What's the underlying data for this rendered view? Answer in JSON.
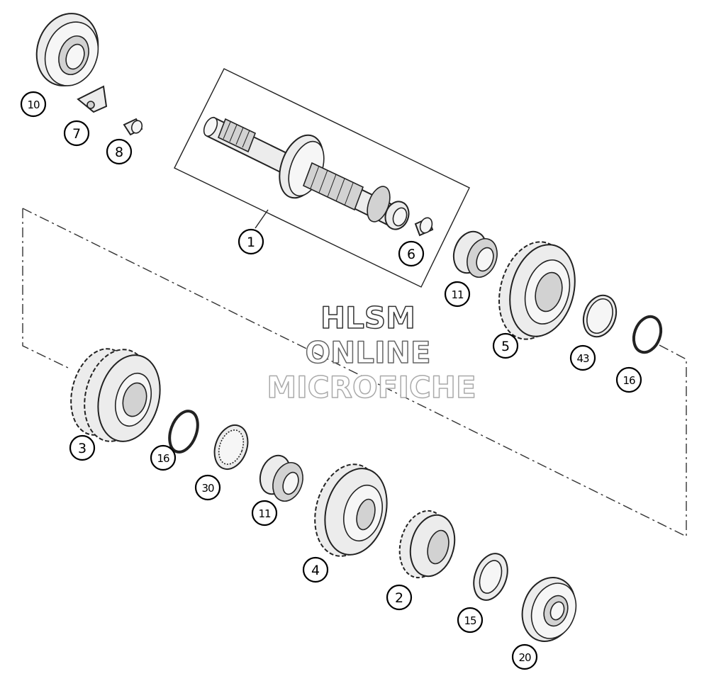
{
  "watermark": {
    "line1": "HLSM",
    "line2": "ONLINE",
    "line3": "MICROFICHE"
  },
  "callouts": [
    {
      "id": "c10a",
      "label": "10"
    },
    {
      "id": "c7",
      "label": "7"
    },
    {
      "id": "c8",
      "label": "8"
    },
    {
      "id": "c1",
      "label": "1"
    },
    {
      "id": "c6",
      "label": "6"
    },
    {
      "id": "c11a",
      "label": "11"
    },
    {
      "id": "c5",
      "label": "5"
    },
    {
      "id": "c43",
      "label": "43"
    },
    {
      "id": "c16a",
      "label": "16"
    },
    {
      "id": "c3",
      "label": "3"
    },
    {
      "id": "c16b",
      "label": "16"
    },
    {
      "id": "c30",
      "label": "30"
    },
    {
      "id": "c11b",
      "label": "11"
    },
    {
      "id": "c4",
      "label": "4"
    },
    {
      "id": "c2",
      "label": "2"
    },
    {
      "id": "c15",
      "label": "15"
    },
    {
      "id": "c20",
      "label": "20"
    }
  ]
}
